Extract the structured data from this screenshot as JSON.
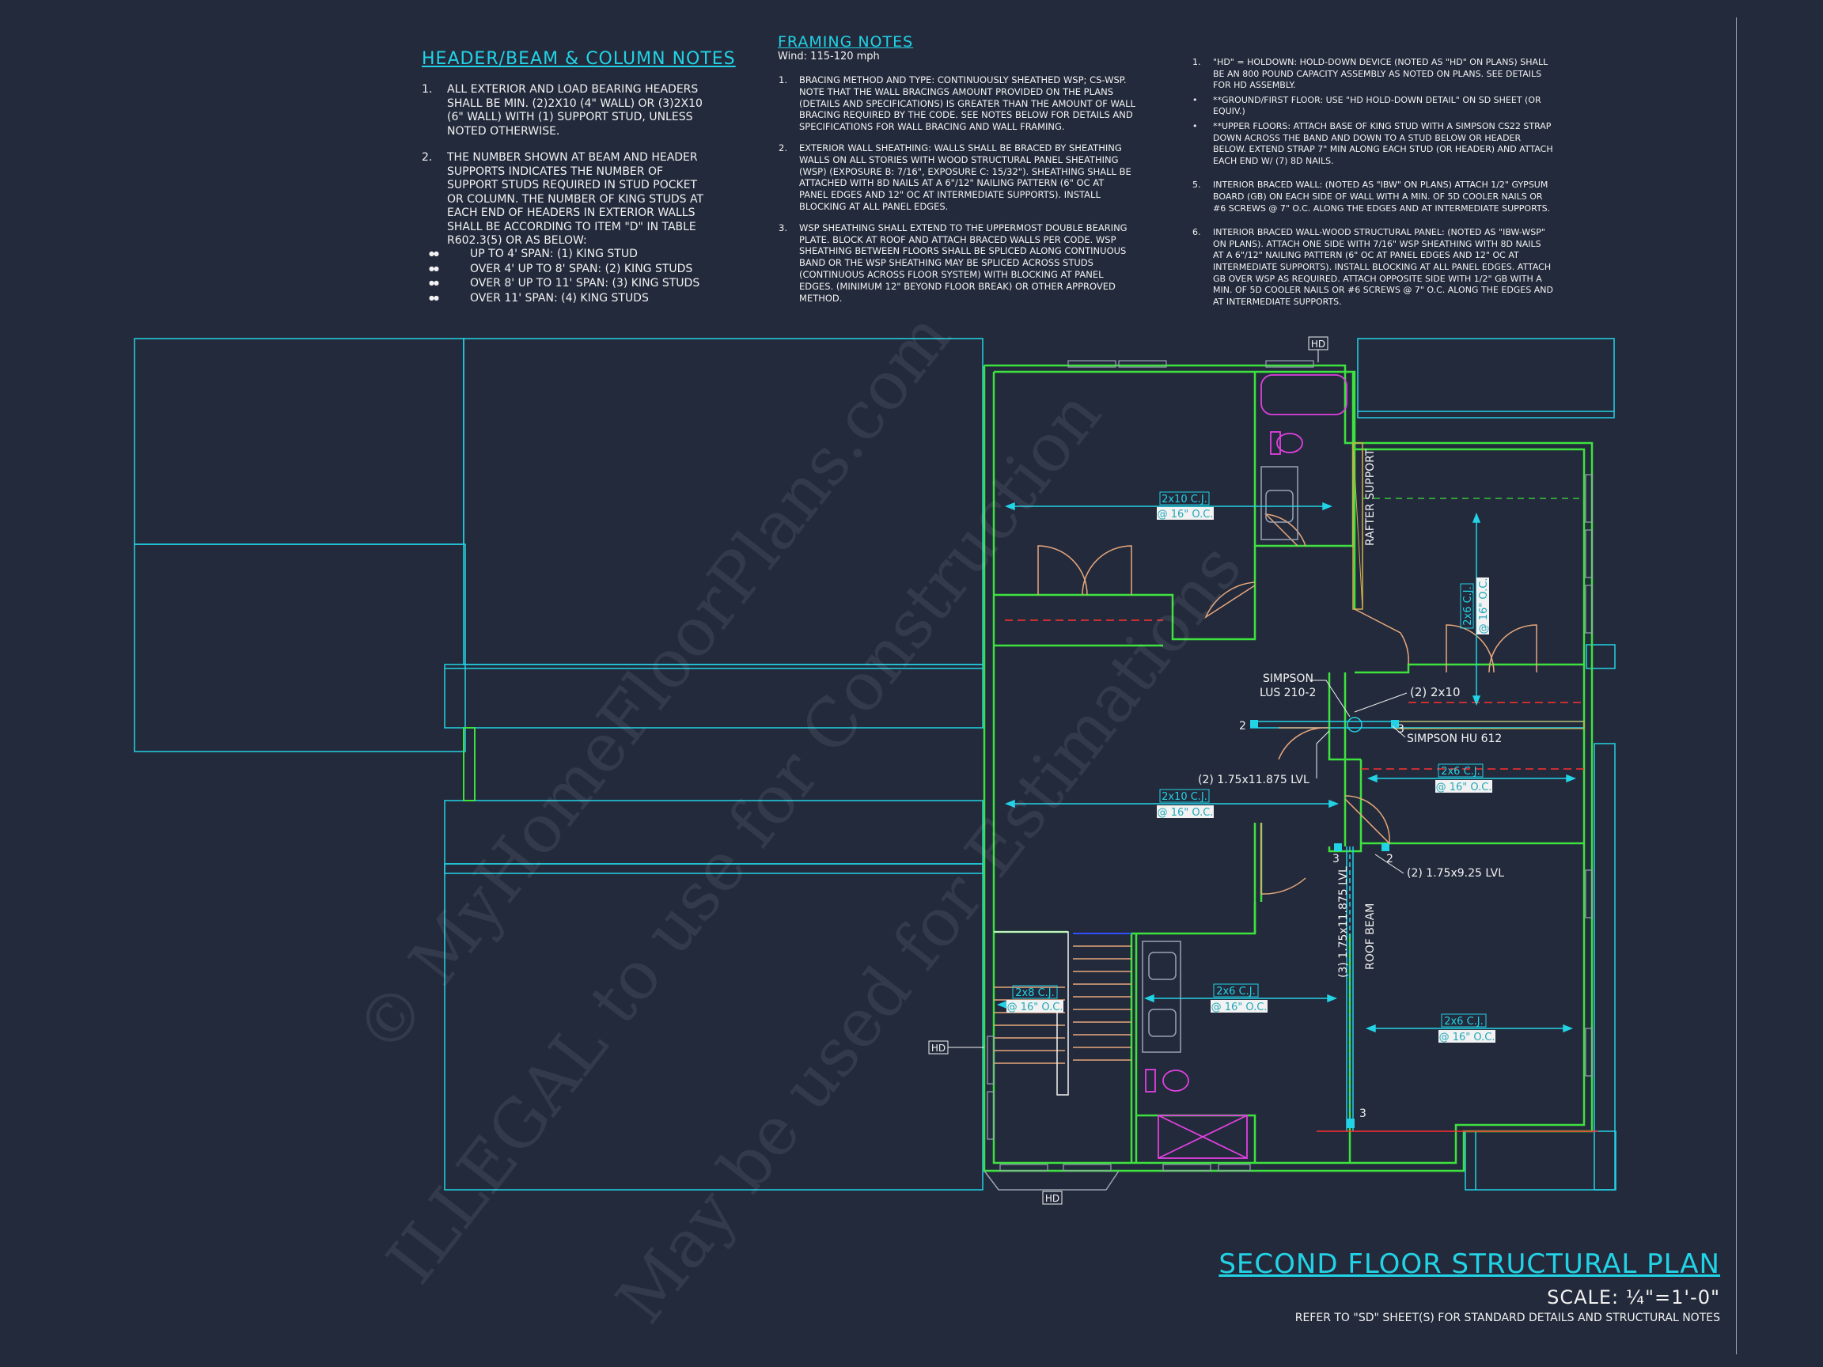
{
  "header_notes": {
    "title": "HEADER/BEAM & COLUMN NOTES",
    "items": [
      {
        "num": "1.",
        "text": "ALL EXTERIOR AND LOAD BEARING HEADERS SHALL BE MIN. (2)2x10 (4\" WALL) OR (3)2x10 (6\" WALL) WITH (1) SUPPORT STUD, UNLESS NOTED OTHERWISE."
      },
      {
        "num": "2.",
        "text": "THE NUMBER SHOWN AT BEAM AND HEADER SUPPORTS INDICATES THE NUMBER OF SUPPORT STUDS REQUIRED IN STUD POCKET OR COLUMN. THE NUMBER OF KING STUDS AT EACH END OF HEADERS IN EXTERIOR WALLS SHALL BE ACCORDING TO ITEM \"d\" IN TABLE R602.3(5) OR AS BELOW:"
      }
    ],
    "bullets": [
      "UP TO 4' SPAN: (1) KING STUD",
      "OVER 4' UP TO 8' SPAN: (2) KING STUDS",
      "OVER 8' UP TO 11' SPAN: (3) KING STUDS",
      "OVER 11' SPAN: (4) KING STUDS"
    ]
  },
  "framing_notes": {
    "title": "FRAMING NOTES",
    "wind": "Wind: 115-120 mph",
    "items": [
      {
        "num": "1.",
        "text": "BRACING METHOD AND TYPE: CONTINUOUSLY SHEATHED WSP; CS-WSP. NOTE THAT THE WALL BRACINGS AMOUNT PROVIDED ON THE PLANS (DETAILS AND SPECIFICATIONS) IS GREATER THAN THE AMOUNT OF WALL BRACING REQUIRED BY THE CODE. SEE NOTES BELOW FOR DETAILS AND SPECIFICATIONS FOR WALL BRACING AND WALL FRAMING."
      },
      {
        "num": "2.",
        "text": "EXTERIOR WALL SHEATHING: WALLS SHALL BE BRACED BY SHEATHING WALLS ON ALL STORIES WITH WOOD STRUCTURAL PANEL SHEATHING (WSP) (EXPOSURE B: 7/16\", EXPOSURE C: 15/32\"). SHEATHING SHALL BE ATTACHED WITH 8d NAILS AT A 6\"/12\" NAILING PATTERN (6\" OC AT PANEL EDGES AND 12\" OC AT INTERMEDIATE SUPPORTS). INSTALL BLOCKING AT ALL PANEL EDGES."
      },
      {
        "num": "3.",
        "text": "WSP SHEATHING SHALL EXTEND TO THE UPPERMOST DOUBLE BEARING PLATE. BLOCK AT ROOF AND ATTACH BRACED WALLS PER CODE. WSP SHEATHING BETWEEN FLOORS SHALL BE SPLICED ALONG CONTINUOUS BAND OR THE WSP SHEATHING MAY BE SPLICED ACROSS STUDS (CONTINUOUS ACROSS FLOOR SYSTEM) WITH BLOCKING AT PANEL EDGES. (MINIMUM 12\" BEYOND FLOOR BREAK) OR OTHER APPROVED METHOD."
      }
    ]
  },
  "right_notes": {
    "items": [
      {
        "num": "1.",
        "text": "\"HD\" = HOLDOWN: HOLD-DOWN DEVICE (NOTED AS \"HD\" ON PLANS) SHALL BE AN 800 POUND CAPACITY ASSEMBLY AS NOTED ON PLANS. SEE DETAILS FOR HD ASSEMBLY."
      },
      {
        "num": "•",
        "text": "**GROUND/FIRST FLOOR: USE \"HD HOLD-DOWN DETAIL\" ON SD SHEET (OR EQUIV.)"
      },
      {
        "num": "•",
        "text": "**UPPER FLOORS: ATTACH BASE OF KING STUD WITH A SIMPSON CS22 STRAP DOWN ACROSS THE BAND AND DOWN TO A STUD BELOW OR HEADER BELOW. EXTEND STRAP 7\" MIN ALONG EACH STUD (OR HEADER) AND ATTACH EACH END W/ (7) 8d NAILS."
      },
      {
        "num": "5.",
        "text": "INTERIOR BRACED WALL: (NOTED AS \"IBW\" ON PLANS) ATTACH 1/2\" GYPSUM BOARD (GB) ON EACH SIDE OF WALL WITH A MIN. OF 5d COOLER NAILS OR #6 SCREWS @ 7\" O.C. ALONG THE EDGES AND AT INTERMEDIATE SUPPORTS."
      },
      {
        "num": "6.",
        "text": "INTERIOR BRACED WALL-WOOD STRUCTURAL PANEL: (NOTED AS \"IBW-WSP\" ON PLANS). ATTACH ONE SIDE WITH 7/16\" WSP SHEATHING WITH 8d NAILS AT A 6\"/12\" NAILING PATTERN (6\" OC AT PANEL EDGES AND 12\" OC AT INTERMEDIATE SUPPORTS). INSTALL BLOCKING AT ALL PANEL EDGES. ATTACH GB OVER WSP AS REQUIRED. ATTACH OPPOSITE SIDE WITH 1/2\" GB WITH A MIN. OF 5d COOLER NAILS OR #6 SCREWS @ 7\" O.C. ALONG THE EDGES AND AT INTERMEDIATE SUPPORTS."
      }
    ]
  },
  "plan_labels": {
    "hd": "HD",
    "rafter_support": "RAFTER SUPPORT",
    "roof_beam": "ROOF BEAM",
    "lvl_vertical": "(3) 1.75x11.875 LVL",
    "simpson_lus_1": "SIMPSON",
    "simpson_lus_2": "LUS 210-2",
    "two_2x10": "(2) 2x10",
    "simpson_hu": "SIMPSON HU 612",
    "lvl_11875": "(2) 1.75x11.875 LVL",
    "lvl_925": "(2) 1.75x9.25 LVL",
    "n2": "2",
    "n3": "3",
    "cj_2x10": "2x10 C.J.",
    "cj_2x8": "2x8 C.J.",
    "cj_2x6": "2x6 C.J.",
    "oc_16": "@ 16\" O.C."
  },
  "sheet": {
    "title": "SECOND FLOOR STRUCTURAL PLAN",
    "scale": "SCALE: ¼\"=1'-0\"",
    "refer": "REFER TO \"SD\" SHEET(S) FOR STANDARD DETAILS AND STRUCTURAL NOTES"
  },
  "watermarks": [
    "© MyHomeFloorPlans.com",
    "ILLEGAL to use for Construction",
    "May be used for Estimations"
  ],
  "colors": {
    "background": "#232a3b",
    "outline": "#22d3e6",
    "walls": "#3ee23e",
    "fixtures": "#e040e0",
    "doors": "#e8a87c",
    "beams": "#ff3030"
  }
}
